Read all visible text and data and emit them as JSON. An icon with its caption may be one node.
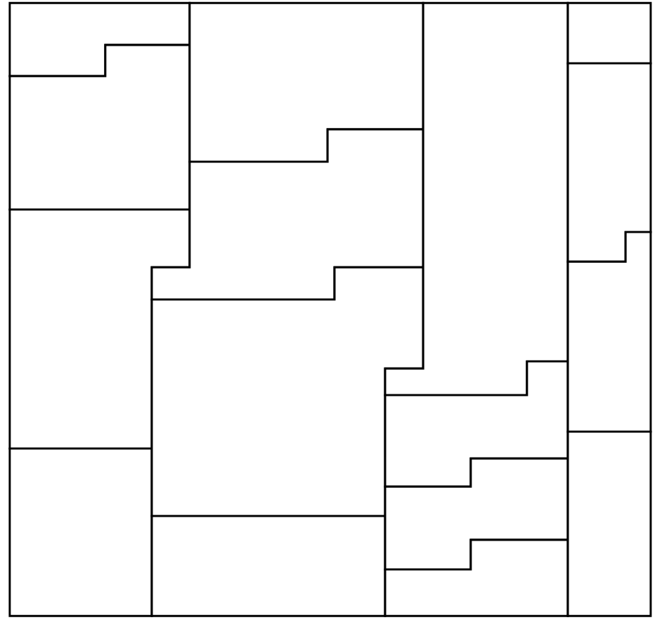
{
  "diagram": {
    "nodes": [
      {
        "text": [],
        "shape": "box"
      },
      {
        "text": [],
        "shape": "box"
      },
      {
        "text": [],
        "shape": "box"
      },
      {
        "text": [],
        "shape": "box"
      },
      {
        "text": [],
        "shape": "box"
      },
      {
        "text": [],
        "shape": "box"
      },
      {
        "text": [],
        "shape": "box"
      },
      {
        "text": [],
        "shape": "box"
      },
      {
        "text": [],
        "shape": "box"
      },
      {
        "text": [],
        "shape": "box"
      },
      {
        "text": [],
        "shape": "box"
      },
      {
        "text": [],
        "shape": "box"
      },
      {
        "text": [],
        "shape": "box"
      },
      {
        "text": [],
        "shape": "box"
      },
      {
        "text": [],
        "shape": "box"
      },
      {
        "text": [],
        "shape": "box"
      }
    ]
  }
}
